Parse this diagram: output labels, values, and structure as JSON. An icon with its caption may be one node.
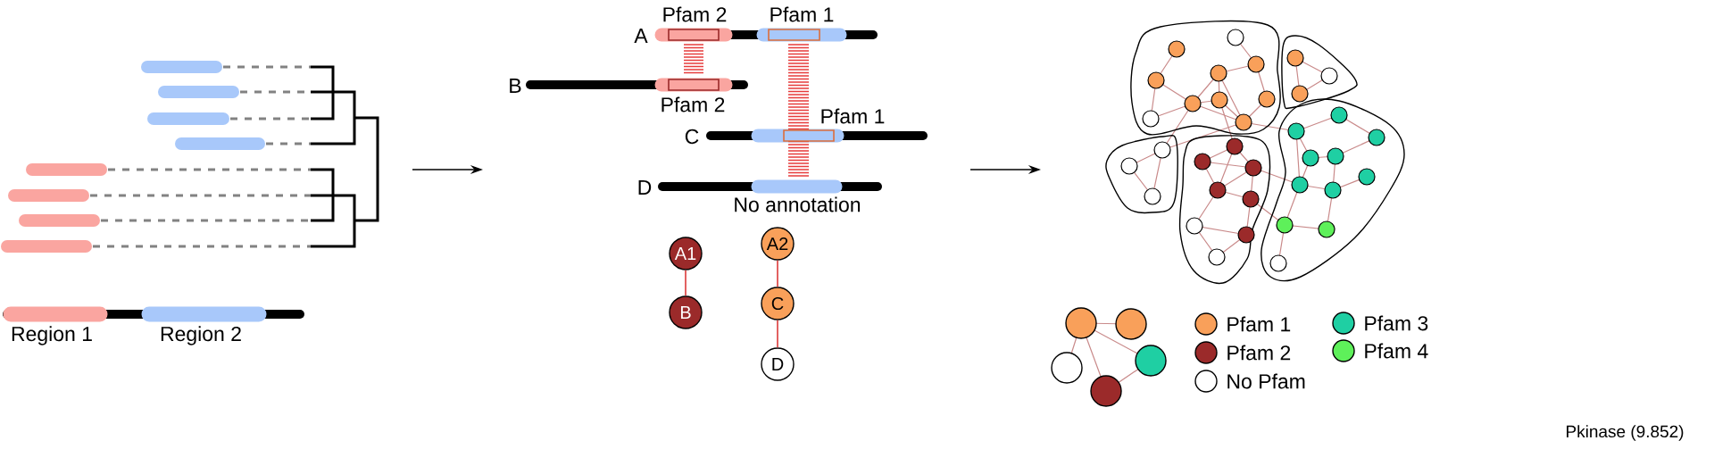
{
  "diagram": {
    "nodes": [
      {
        "text": [
          "A1"
        ]
      },
      {
        "text": [
          "B"
        ]
      },
      {
        "text": [
          "A2"
        ]
      },
      {
        "text": [
          "C"
        ]
      },
      {
        "text": [
          "D"
        ]
      }
    ],
    "edges": [
      {
        "from": 0,
        "to": 1,
        "arrow": "none"
      },
      {
        "from": 2,
        "to": 3,
        "arrow": "none"
      },
      {
        "from": 3,
        "to": 4,
        "arrow": "none"
      }
    ],
    "labels": [
      "Region 1",
      "Region 2",
      "A",
      "Pfam 2",
      "Pfam 1",
      "B",
      "Pfam 2",
      "Pfam 1",
      "C",
      "D",
      "No annotation",
      "Pkinase (9.852)"
    ],
    "legend": [
      {
        "text": "Pfam 1",
        "color": "#f9a05a"
      },
      {
        "text": "Pfam 2",
        "color": "#9b2a2a"
      },
      {
        "text": "No Pfam"
      },
      {
        "text": "Pfam 3",
        "color": "#1fcfa3"
      },
      {
        "text": "Pfam 4",
        "color": "#5ef05a"
      }
    ]
  }
}
